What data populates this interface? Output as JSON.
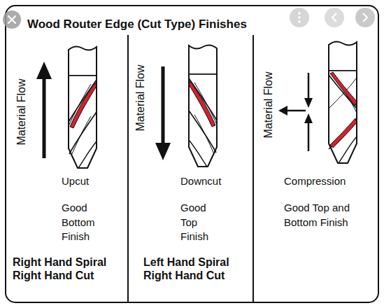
{
  "diagram": {
    "title": "Wood Router Edge (Cut Type) Finishes",
    "labels": [
      "Material Flow",
      "Upcut",
      "Good Bottom Finish",
      "Right Hand Spiral Right Hand Cut",
      "Material Flow",
      "Downcut",
      "Good Top Finish",
      "Left Hand Spiral Right Hand Cut",
      "Material Flow",
      "Compression",
      "Good Top and Bottom Finish"
    ]
  }
}
